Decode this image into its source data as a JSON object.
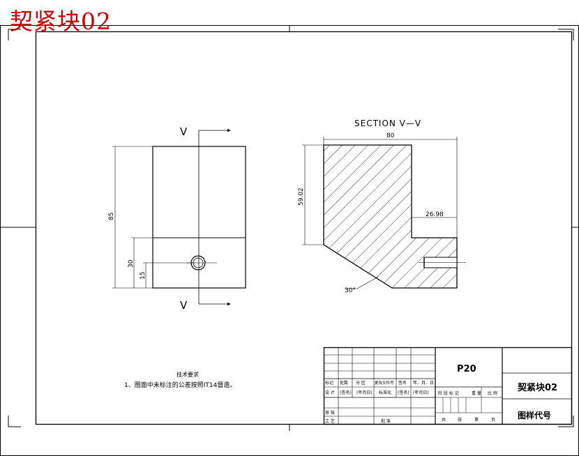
{
  "page_title": "契紧块02",
  "left_view": {
    "cut_label_top": "V",
    "cut_label_bottom": "V",
    "dim_height": "85",
    "dim_30": "30",
    "dim_15": "15"
  },
  "section_view": {
    "title": "SECTION V—V",
    "dim_width": "80",
    "dim_height": "59.02",
    "dim_step": "26.98",
    "dim_angle": "30°"
  },
  "tech_notes": {
    "heading": "技术要求",
    "line1": "1、图面中未标注的公差按照IT14督造。"
  },
  "title_block": {
    "part_code": "P20",
    "part_name": "契紧块02",
    "drawing_code": "图样代号",
    "row1": [
      "标记",
      "处数",
      "分 区",
      "更改文件号",
      "签名",
      "年、月、日"
    ],
    "row2": [
      "设 计",
      "(签名)",
      "(年月日)",
      "标准化",
      "(签名)",
      "(年月日)"
    ],
    "row3": [
      "审 核"
    ],
    "row4": [
      "工 艺",
      "批 准"
    ],
    "stage_labels": [
      "阶 段 标 记",
      "重 量",
      "比 例"
    ],
    "sheet_labels": [
      "共",
      "张",
      "第",
      "页"
    ]
  }
}
